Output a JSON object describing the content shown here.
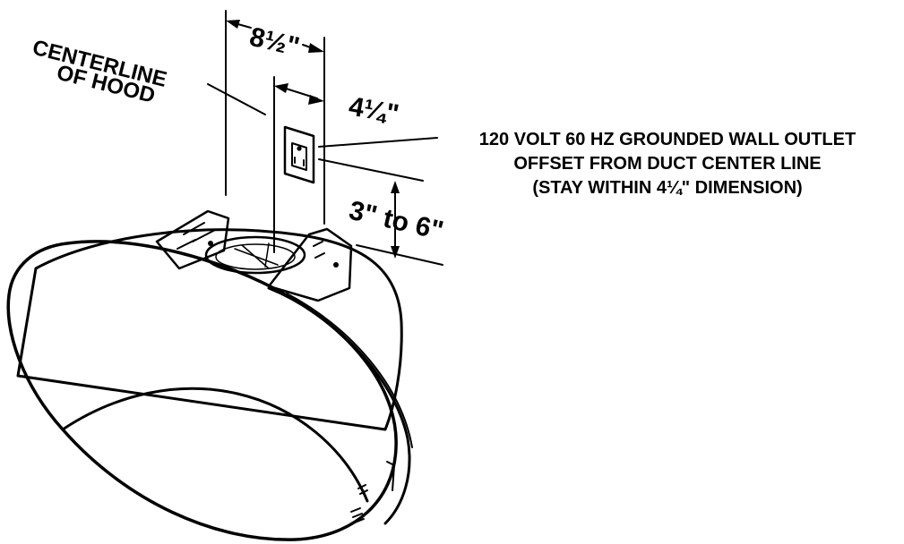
{
  "labels": {
    "centerline_line1": "CENTERLINE",
    "centerline_line2": "OF HOOD",
    "dim_width": "8½\"",
    "dim_half_width": "4¼\"",
    "dim_height": "3\" to 6\"",
    "outlet_note_line1": "120 VOLT 60 HZ GROUNDED WALL OUTLET",
    "outlet_note_line2": "OFFSET FROM DUCT CENTER LINE",
    "outlet_note_line3": "(STAY WITHIN 4¼\" DIMENSION)"
  },
  "colors": {
    "ink": "#000000",
    "paper": "#ffffff"
  }
}
